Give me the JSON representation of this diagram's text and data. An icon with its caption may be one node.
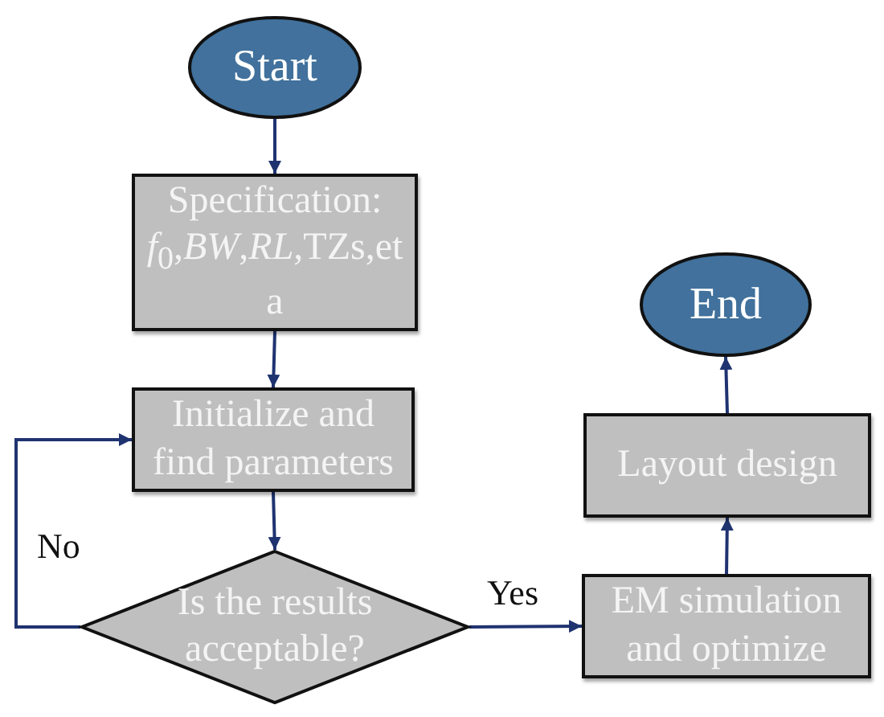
{
  "diagram": {
    "nodes": [
      {
        "text": [
          "Start"
        ]
      },
      {
        "text": [
          "Specification: *f*$_{0}$,*BW*,*RL*,TZs,et a"
        ]
      },
      {
        "text": [
          "Initialize and find parameters"
        ]
      },
      {
        "text": [
          "Is the results acceptable?"
        ]
      },
      {
        "text": [
          "EM simulation and optimize"
        ]
      },
      {
        "text": [
          "Layout design"
        ]
      },
      {
        "text": [
          "End"
        ]
      }
    ],
    "edges": [
      {
        "from": 0,
        "to": 1,
        "arrow": "to"
      },
      {
        "from": 1,
        "to": 2,
        "arrow": "to"
      },
      {
        "from": 2,
        "to": 3,
        "arrow": "to"
      },
      {
        "from": 3,
        "to": 2,
        "arrow": "to",
        "label": "No"
      },
      {
        "from": 3,
        "to": 4,
        "arrow": "to",
        "label": "Yes"
      },
      {
        "from": 4,
        "to": 5,
        "arrow": "to"
      },
      {
        "from": 5,
        "to": 6,
        "arrow": "to"
      }
    ]
  }
}
